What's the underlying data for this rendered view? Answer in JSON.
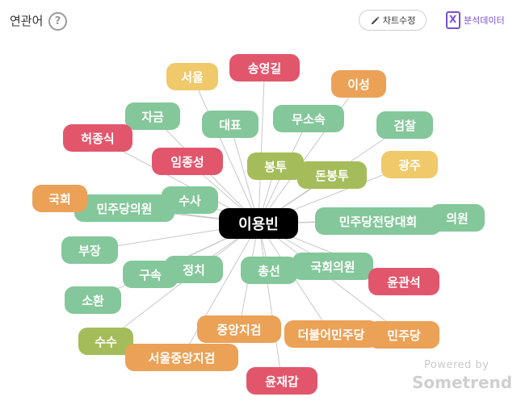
{
  "header": {
    "title": "연관어",
    "help_glyph": "?",
    "chart_edit_label": "차트수정",
    "data_label": "분석데이터"
  },
  "colors": {
    "green": "#84c79a",
    "red": "#e2566c",
    "orange": "#eba156",
    "yellow": "#f0c96a",
    "olive": "#a4bd5a",
    "center": "#000000",
    "accent": "#7b4fd6"
  },
  "center_node": {
    "label": "이용빈"
  },
  "nodes": [
    {
      "id": "seoul",
      "label": "서울",
      "color": "yellow"
    },
    {
      "id": "songyeonggil",
      "label": "송영길",
      "color": "red"
    },
    {
      "id": "iseong",
      "label": "이성",
      "color": "orange"
    },
    {
      "id": "jageum",
      "label": "자금",
      "color": "green"
    },
    {
      "id": "daepyo",
      "label": "대표",
      "color": "green"
    },
    {
      "id": "musosok",
      "label": "무소속",
      "color": "green"
    },
    {
      "id": "geomchal",
      "label": "검찰",
      "color": "green"
    },
    {
      "id": "heojongsik",
      "label": "허종식",
      "color": "red"
    },
    {
      "id": "imjongseong",
      "label": "임종성",
      "color": "red"
    },
    {
      "id": "bongtu",
      "label": "봉투",
      "color": "olive"
    },
    {
      "id": "donbongtu",
      "label": "돈봉투",
      "color": "olive"
    },
    {
      "id": "gwangju",
      "label": "광주",
      "color": "yellow"
    },
    {
      "id": "minjudanguiwon",
      "label": "민주당의원",
      "color": "green"
    },
    {
      "id": "gukhoe",
      "label": "국회",
      "color": "orange"
    },
    {
      "id": "susa",
      "label": "수사",
      "color": "green"
    },
    {
      "id": "minjudangjeondang",
      "label": "민주당전당대회",
      "color": "green"
    },
    {
      "id": "uiwon",
      "label": "의원",
      "color": "green"
    },
    {
      "id": "bujang",
      "label": "부장",
      "color": "green"
    },
    {
      "id": "gusok",
      "label": "구속",
      "color": "green"
    },
    {
      "id": "jeongchi",
      "label": "정치",
      "color": "green"
    },
    {
      "id": "chongseon",
      "label": "총선",
      "color": "green"
    },
    {
      "id": "gukhoeuiwon",
      "label": "국회의원",
      "color": "green"
    },
    {
      "id": "yungwanseok",
      "label": "윤관석",
      "color": "red"
    },
    {
      "id": "sohwan",
      "label": "소환",
      "color": "green"
    },
    {
      "id": "jungangjigeom",
      "label": "중앙지검",
      "color": "orange"
    },
    {
      "id": "deobureo",
      "label": "더불어민주당",
      "color": "orange"
    },
    {
      "id": "minjudang",
      "label": "민주당",
      "color": "orange"
    },
    {
      "id": "susu",
      "label": "수수",
      "color": "olive"
    },
    {
      "id": "seouljungang",
      "label": "서울중앙지검",
      "color": "orange"
    },
    {
      "id": "yunjaegap",
      "label": "윤재갑",
      "color": "red"
    }
  ],
  "footer": {
    "powered": "Powered by",
    "brand": "Sometrend"
  }
}
